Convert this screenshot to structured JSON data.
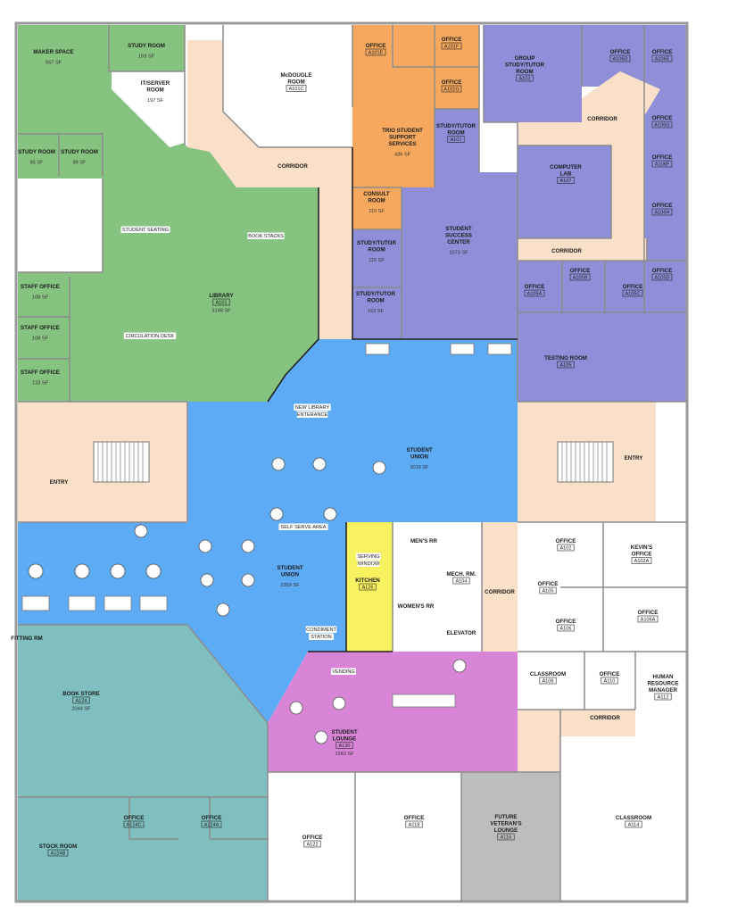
{
  "colors": {
    "library": "#86c280",
    "corridor": "#fbe0c9",
    "trio": "#f6a95e",
    "success": "#8f8fd9",
    "union": "#5dabf5",
    "kitchen": "#f9f260",
    "lounge": "#d885d8",
    "bookstore": "#7fbfbf",
    "veterans": "#bdbdbd",
    "unassigned": "#ffffff"
  },
  "rooms": [
    {
      "label": [
        "MAKER SPACE"
      ],
      "area": "567 SF"
    },
    {
      "label": [
        "STUDY ROOM"
      ],
      "area": "169 SF"
    },
    {
      "label": [
        "IT/SERVER",
        "ROOM"
      ],
      "area": "197 SF"
    },
    {
      "label": [
        "STUDY ROOM"
      ],
      "area": "95 SF"
    },
    {
      "label": [
        "STUDY ROOM"
      ],
      "area": "99 SF"
    },
    {
      "note": "STUDENT SEATING"
    },
    {
      "note": "BOOK STACKS"
    },
    {
      "label": [
        "LIBRARY"
      ],
      "code": "A101",
      "area": "3148 SF"
    },
    {
      "note": "CIRCULATION DESK"
    },
    {
      "label": [
        "STAFF OFFICE"
      ],
      "area": "108 SF"
    },
    {
      "label": [
        "STAFF OFFICE"
      ],
      "area": "108 SF"
    },
    {
      "label": [
        "STAFF OFFICE"
      ],
      "area": "133 SF"
    },
    {
      "label": [
        "McDOUGLE",
        "ROOM"
      ],
      "code": "A101C"
    },
    {
      "label": [
        "CORRIDOR"
      ]
    },
    {
      "label": [
        "OFFICE"
      ],
      "code": "A101E"
    },
    {
      "label": [
        "OFFICE"
      ],
      "code": "A101F"
    },
    {
      "label": [
        "OFFICE"
      ],
      "code": "A101G"
    },
    {
      "label": [
        "TRIO STUDENT",
        "SUPPORT",
        "SERVICES"
      ],
      "area": "436 SF"
    },
    {
      "label": [
        "STUDY/TUTOR",
        "ROOM"
      ],
      "code": "A101"
    },
    {
      "label": [
        "CONSULT",
        "ROOM"
      ],
      "area": "110 SF"
    },
    {
      "label": [
        "STUDY/TUTOR",
        "ROOM"
      ],
      "area": "115 SF"
    },
    {
      "label": [
        "STUDY/TUTOR",
        "ROOM"
      ],
      "area": "162 SF"
    },
    {
      "label": [
        "STUDENT",
        "SUCCESS",
        "CENTER"
      ],
      "area": "1073 SF"
    },
    {
      "label": [
        "GROUP",
        "STUDY/TUTOR",
        "ROOM"
      ],
      "code": "A103"
    },
    {
      "label": [
        "OFFICE"
      ],
      "code": "A106D"
    },
    {
      "label": [
        "OFFICE"
      ],
      "code": "A106E"
    },
    {
      "label": [
        "CORRIDOR"
      ]
    },
    {
      "label": [
        "OFFICE"
      ],
      "code": "A106G"
    },
    {
      "label": [
        "OFFICE"
      ],
      "code": "A106F"
    },
    {
      "label": [
        "COMPUTER",
        "LAB"
      ],
      "code": "A107"
    },
    {
      "label": [
        "OFFICE"
      ],
      "code": "A106H"
    },
    {
      "label": [
        "CORRIDOR"
      ]
    },
    {
      "label": [
        "OFFICE"
      ],
      "code": "A105A"
    },
    {
      "label": [
        "OFFICE"
      ],
      "code": "A105B"
    },
    {
      "label": [
        "OFFICE"
      ],
      "code": "A105C"
    },
    {
      "label": [
        "OFFICE"
      ],
      "code": "A105D"
    },
    {
      "label": [
        "TESTING ROOM"
      ],
      "code": "A105"
    },
    {
      "note": "NEW LIBRARY",
      "note2": "ENTERANCE"
    },
    {
      "label": [
        "ENTRY"
      ]
    },
    {
      "label": [
        "STUDENT",
        "UNION"
      ],
      "area": "3019 SF"
    },
    {
      "label": [
        "ENTRY"
      ]
    },
    {
      "note": "SELF SERVE AREA"
    },
    {
      "label": [
        "STUDENT",
        "UNION"
      ],
      "area": "2359 SF"
    },
    {
      "note": "SERVING",
      "note2": "WINDOW"
    },
    {
      "label": [
        "KITCHEN"
      ],
      "code": "A126"
    },
    {
      "label": [
        "MEN'S RR"
      ]
    },
    {
      "label": [
        "MECH. RM."
      ],
      "code": "A104"
    },
    {
      "label": [
        "WOMEN'S RR"
      ]
    },
    {
      "label": [
        "ELEVATOR"
      ]
    },
    {
      "label": [
        "CORRIDOR"
      ]
    },
    {
      "note": "CONDIMENT",
      "note2": "STATION"
    },
    {
      "note": "VENDING"
    },
    {
      "label": [
        "FITTING RM"
      ]
    },
    {
      "label": [
        "OFFICE"
      ],
      "code": "A102"
    },
    {
      "label": [
        "KEVIN'S",
        "OFFICE"
      ],
      "code": "A102A"
    },
    {
      "label": [
        "OFFICE"
      ],
      "code": "A105"
    },
    {
      "label": [
        "OFFICE"
      ],
      "code": "A106"
    },
    {
      "label": [
        "OFFICE"
      ],
      "code": "A106A"
    },
    {
      "label": [
        "CLASSROOM"
      ],
      "code": "A108"
    },
    {
      "label": [
        "OFFICE"
      ],
      "code": "A110"
    },
    {
      "label": [
        "HUMAN",
        "RESOURCE",
        "MANAGER"
      ],
      "code": "A112"
    },
    {
      "label": [
        "CORRIDOR"
      ]
    },
    {
      "label": [
        "BOOK STORE"
      ],
      "code": "A124",
      "area": "2044 SF"
    },
    {
      "label": [
        "STUDENT",
        "LOUNGE"
      ],
      "code": "A130",
      "area": "1583 SF"
    },
    {
      "label": [
        "OFFICE"
      ],
      "code": "A124C"
    },
    {
      "label": [
        "OFFICE"
      ],
      "code": "A124A"
    },
    {
      "label": [
        "STOCK ROOM"
      ],
      "code": "A124B"
    },
    {
      "label": [
        "OFFICE"
      ],
      "code": "A122"
    },
    {
      "label": [
        "OFFICE"
      ],
      "code": "A118"
    },
    {
      "label": [
        "FUTURE",
        "VETERAN'S",
        "LOUNGE"
      ],
      "code": "A116"
    },
    {
      "label": [
        "CLASSROOM"
      ],
      "code": "A114"
    }
  ]
}
